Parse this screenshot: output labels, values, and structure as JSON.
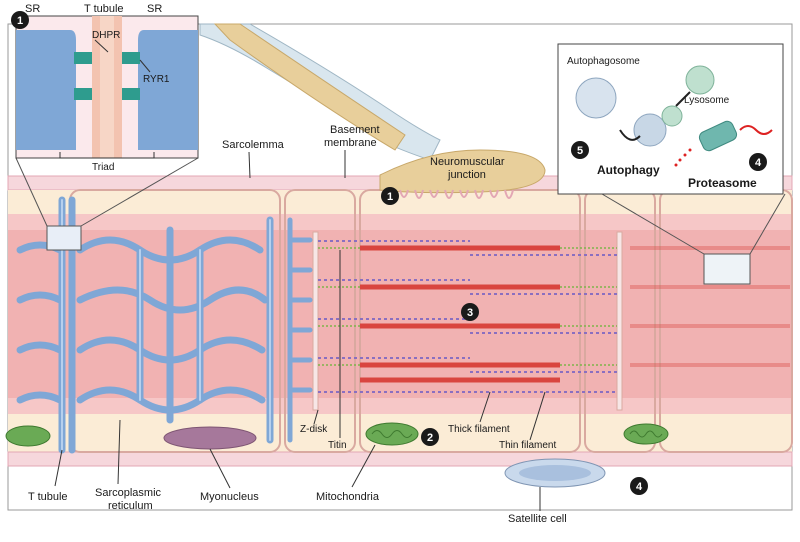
{
  "labels": {
    "sr_left": "SR",
    "t_tubule_top": "T tubule",
    "sr_right": "SR",
    "dhpr": "DHPR",
    "ryr1": "RYR1",
    "triad": "Triad",
    "sarcolemma": "Sarcolemma",
    "basement_membrane_1": "Basement",
    "basement_membrane_2": "membrane",
    "nmj_1": "Neuromuscular",
    "nmj_2": "junction",
    "autophagosome": "Autophagosome",
    "lysosome": "Lysosome",
    "autophagy": "Autophagy",
    "proteasome": "Proteasome",
    "z_disk": "Z-disk",
    "titin": "Titin",
    "thick_filament": "Thick filament",
    "thin_filament": "Thin filament",
    "t_tubule_bottom": "T tubule",
    "sr_bottom_1": "Sarcoplasmic",
    "sr_bottom_2": "reticulum",
    "myonucleus": "Myonucleus",
    "mitochondria": "Mitochondria",
    "satellite_cell": "Satellite cell"
  },
  "markers": {
    "m1_inset": "1",
    "m1_junction": "1",
    "m2": "2",
    "m3": "3",
    "m4_top": "4",
    "m4_bottom": "4",
    "m5": "5"
  },
  "colors": {
    "fiber_pink": "#f2b8b8",
    "band_red": "#ef9a9a",
    "cytoplasm": "#fbecd6",
    "membrane": "#e8a7b8",
    "sr_blue": "#7fa7d6",
    "sr_light": "#a9c6ea",
    "nerve": "#e8cf9b",
    "thick_red": "#d9453f",
    "thin_purple": "#8a6fc0",
    "titin_green": "#7fb34a",
    "mito_green": "#6aaa55",
    "nucleus_purple": "#a6789b",
    "marker_black": "#1a1a1a",
    "proteasome_teal": "#6fb7ae"
  }
}
